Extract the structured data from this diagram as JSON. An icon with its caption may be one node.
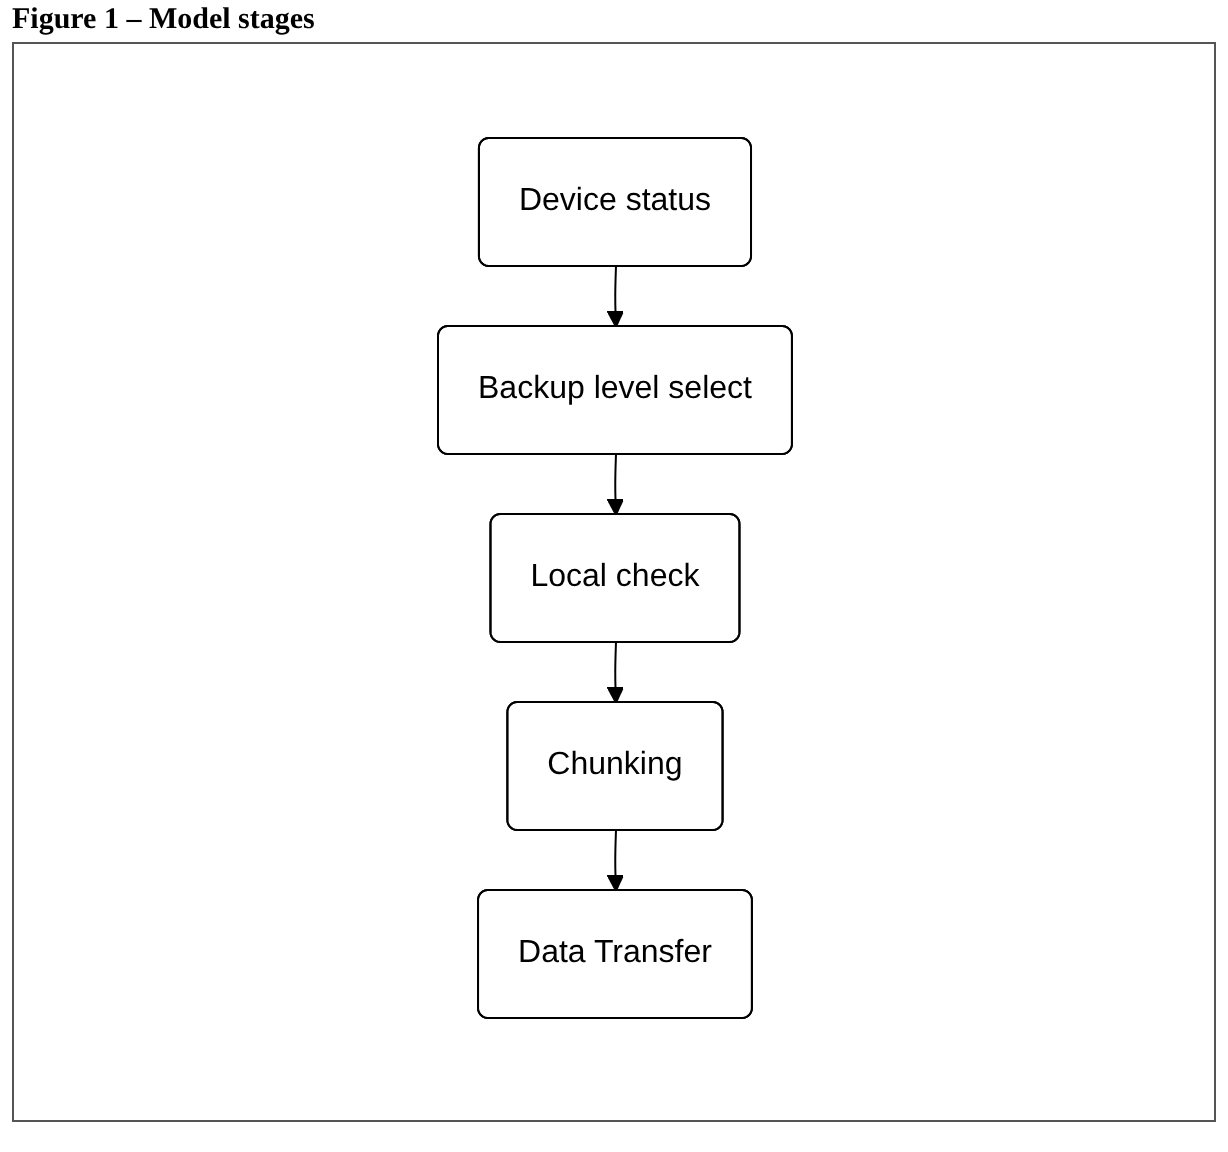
{
  "diagram": {
    "title": "Figure 1 – Model stages",
    "nodes": [
      {
        "text": [
          "Device status"
        ]
      },
      {
        "text": [
          "Backup level select"
        ]
      },
      {
        "text": [
          "Local check"
        ]
      },
      {
        "text": [
          "Chunking"
        ]
      },
      {
        "text": [
          "Data Transfer"
        ]
      }
    ],
    "edges": [
      {
        "from": 0,
        "to": 1,
        "arrow": "to"
      },
      {
        "from": 1,
        "to": 2,
        "arrow": "to"
      },
      {
        "from": 2,
        "to": 3,
        "arrow": "to"
      },
      {
        "from": 3,
        "to": 4,
        "arrow": "to"
      }
    ]
  }
}
